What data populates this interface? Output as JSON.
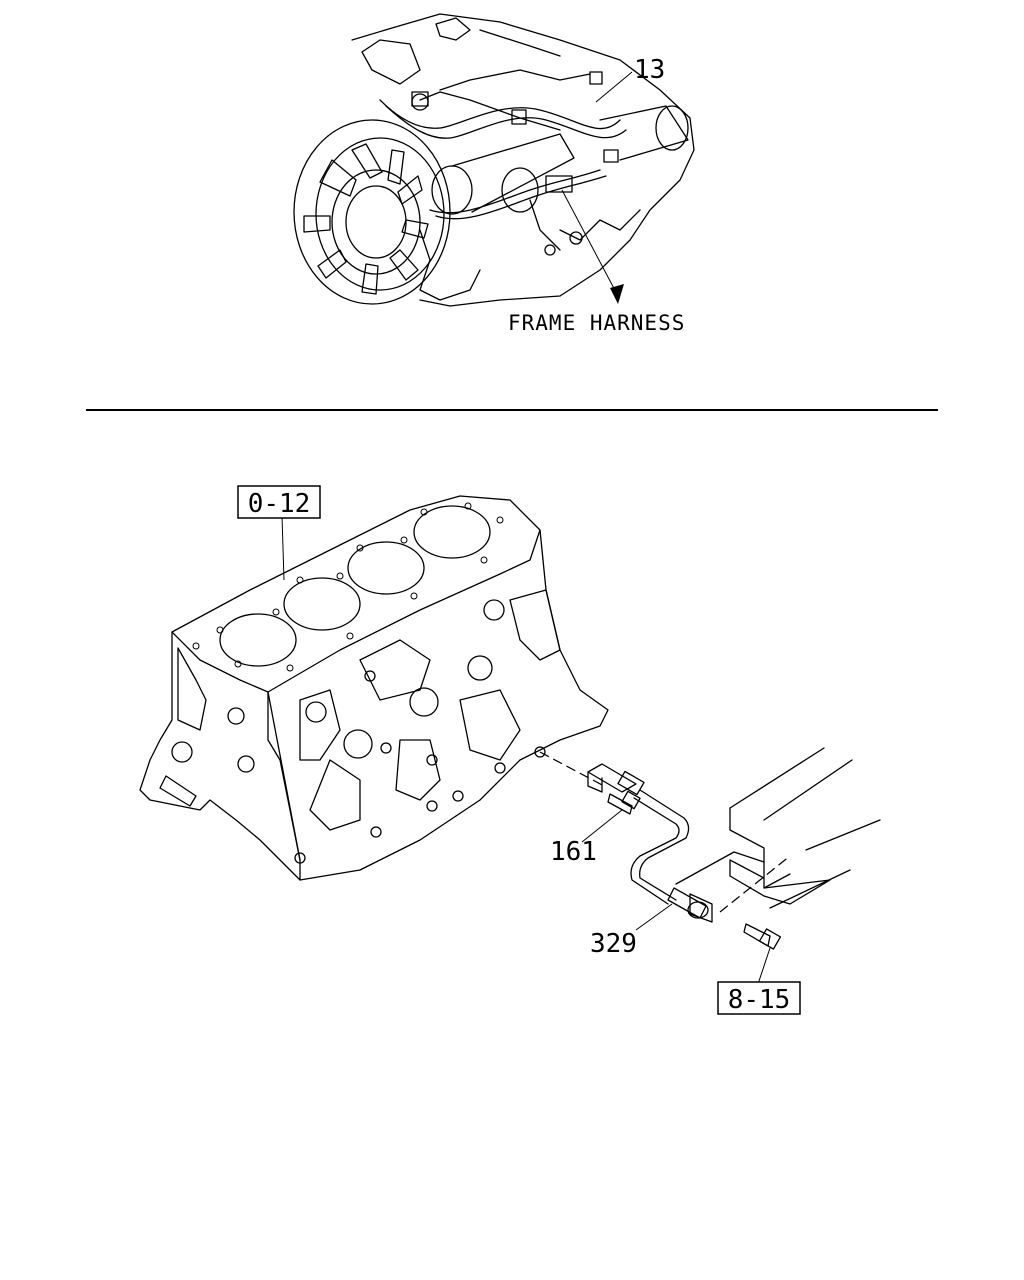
{
  "upper_view": {
    "callout_13": "13",
    "frame_harness_label": "FRAME HARNESS"
  },
  "lower_view": {
    "ref_box_block": "0-12",
    "callout_161": "161",
    "callout_329": "329",
    "ref_box_bolt": "8-15"
  },
  "colors": {
    "line": "#000000",
    "background": "#ffffff"
  }
}
